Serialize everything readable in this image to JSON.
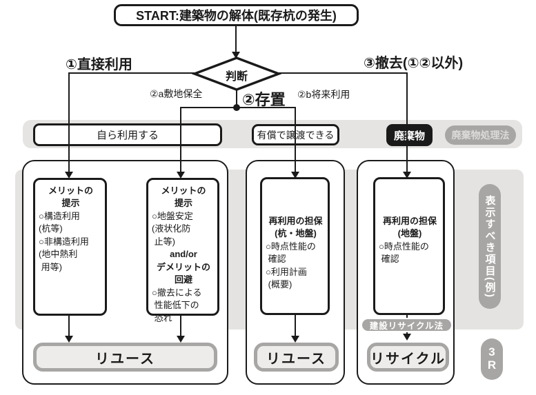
{
  "start": {
    "label": "START:建築物の解体(既存杭の発生)"
  },
  "decision": {
    "label": "判断"
  },
  "branch_labels": {
    "direct_use": "①直接利用",
    "preserve": "②存置",
    "preserve_site": "②a敷地保全",
    "preserve_future": "②b将来利用",
    "removal": "③撤去(①②以外)"
  },
  "condition_row": {
    "self_use": "自ら利用する",
    "transfer": "有償で譲渡できる",
    "waste": "廃棄物",
    "waste_law_badge": "廃棄物処理法"
  },
  "display_items": {
    "col1": {
      "header": "メリットの\n提示",
      "body": "○構造利用\n(杭等)\n○非構造利用\n(地中熱利\n 用等)"
    },
    "col2": {
      "header": "メリットの\n提示",
      "body": "○地盤安定\n(液状化防\n 止等)",
      "connector": "and/or",
      "header2": "デメリットの\n回避",
      "body2": "○撤去による\n 性能低下の\n 恐れ"
    },
    "col3": {
      "header": "再利用の担保\n(杭・地盤)",
      "body": "○時点性能の\n 確認\n○利用計画\n (概要)"
    },
    "col4": {
      "header": "再利用の担保\n(地盤)",
      "body": "○時点性能の\n 確認"
    }
  },
  "side_label": "表示すべき項目(例)",
  "recycle_law_badge": "建設リサイクル法",
  "results": {
    "reuse_left": "リユース",
    "reuse_mid": "リユース",
    "recycle": "リサイクル"
  },
  "badge_3r": "3\nR",
  "colors": {
    "line": "#1a1a1a",
    "band_gray": "#e5e4e2",
    "panel_gray": "#e4e3e1",
    "badge_gray": "#a8a6a4",
    "waste_black": "#1a1a1a",
    "result_fill": "#edecea",
    "result_border": "#a8a6a4"
  }
}
